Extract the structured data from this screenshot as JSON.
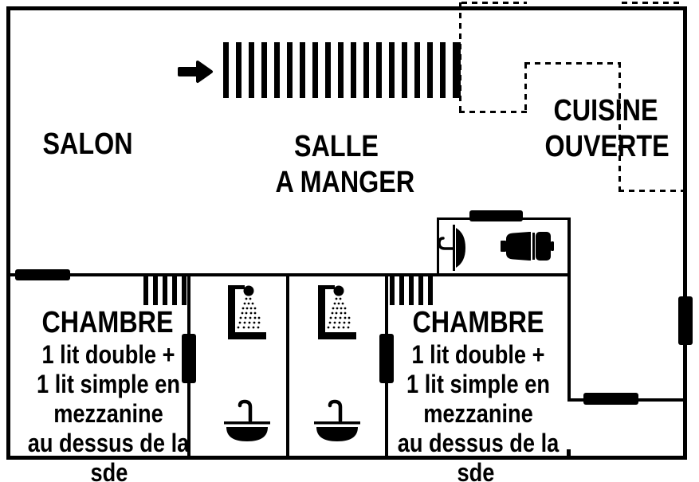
{
  "colors": {
    "ink": "#000000",
    "paper": "#ffffff"
  },
  "rooms": {
    "salon": {
      "label": "SALON"
    },
    "salle_a_manger": {
      "line1": "SALLE",
      "line2": "A MANGER"
    },
    "cuisine": {
      "line1": "CUISINE",
      "line2": "OUVERTE"
    },
    "chambre_left": {
      "title": "CHAMBRE",
      "lines": [
        "1 lit double +",
        "1 lit simple en",
        "mezzanine",
        "au dessus de la"
      ],
      "footnote": "sde"
    },
    "chambre_right": {
      "title": "CHAMBRE",
      "lines": [
        "1 lit double +",
        "1 lit simple en",
        "mezzanine",
        "au dessus de la"
      ],
      "footnote": "sde"
    }
  },
  "icons": {
    "entrance_arrow": "right-arrow",
    "shower_left": "shower-head-with-spray",
    "shower_right": "shower-head-with-spray",
    "washbasin_left": "washbasin-with-tap",
    "washbasin_right": "washbasin-with-tap",
    "wc_washbasin": "small-wall-washbasin",
    "wc_toilet": "toilet-top-view"
  }
}
